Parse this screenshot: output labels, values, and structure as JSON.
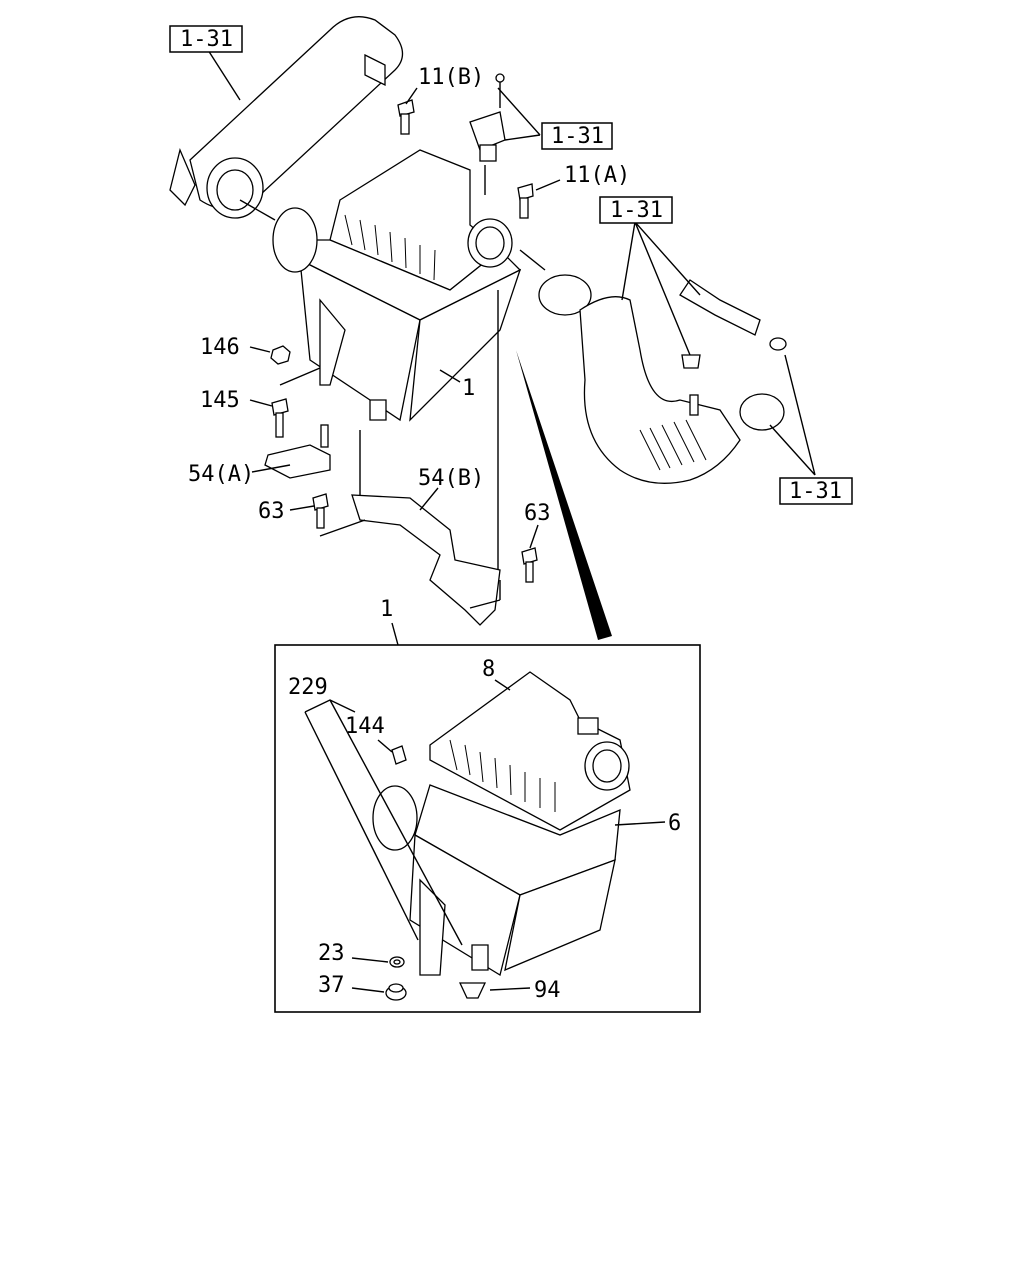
{
  "labels": {
    "ref_a": "1-31",
    "ref_b": "1-31",
    "ref_c": "1-31",
    "ref_d": "1-31",
    "p11b": "11(B)",
    "p11a": "11(A)",
    "p146": "146",
    "p145": "145",
    "p1": "1",
    "p54a": "54(A)",
    "p54b": "54(B)",
    "p63a": "63",
    "p63b": "63",
    "detail_1": "1",
    "p229": "229",
    "p144": "144",
    "p8": "8",
    "p6": "6",
    "p23": "23",
    "p37": "37",
    "p94": "94"
  }
}
